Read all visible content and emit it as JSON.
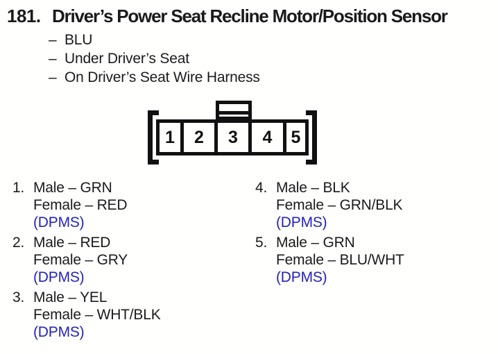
{
  "page": {
    "item_number": "181.",
    "title": "Driver’s Power Seat Recline Motor/Position Sensor",
    "bullet_char": "–",
    "attributes": [
      "BLU",
      "Under Driver’s Seat",
      "On Driver’s Seat Wire Harness"
    ]
  },
  "connector": {
    "pins": [
      "1",
      "2",
      "3",
      "4",
      "5"
    ]
  },
  "pin_details": {
    "left": [
      {
        "number": "1.",
        "male": "Male – GRN",
        "female": "Female – RED",
        "note": "(DPMS)"
      },
      {
        "number": "2.",
        "male": "Male – RED",
        "female": "Female – GRY",
        "note": "(DPMS)"
      },
      {
        "number": "3.",
        "male": "Male – YEL",
        "female": "Female – WHT/BLK",
        "note": "(DPMS)"
      }
    ],
    "right": [
      {
        "number": "4.",
        "male": "Male – BLK",
        "female": "Female – GRN/BLK",
        "note": "(DPMS)"
      },
      {
        "number": "5.",
        "male": "Male – GRN",
        "female": "Female – BLU/WHT",
        "note": "(DPMS)"
      }
    ]
  },
  "colors": {
    "text": "#1a1a1a",
    "note_blue": "#2222c2",
    "line": "#111111"
  }
}
